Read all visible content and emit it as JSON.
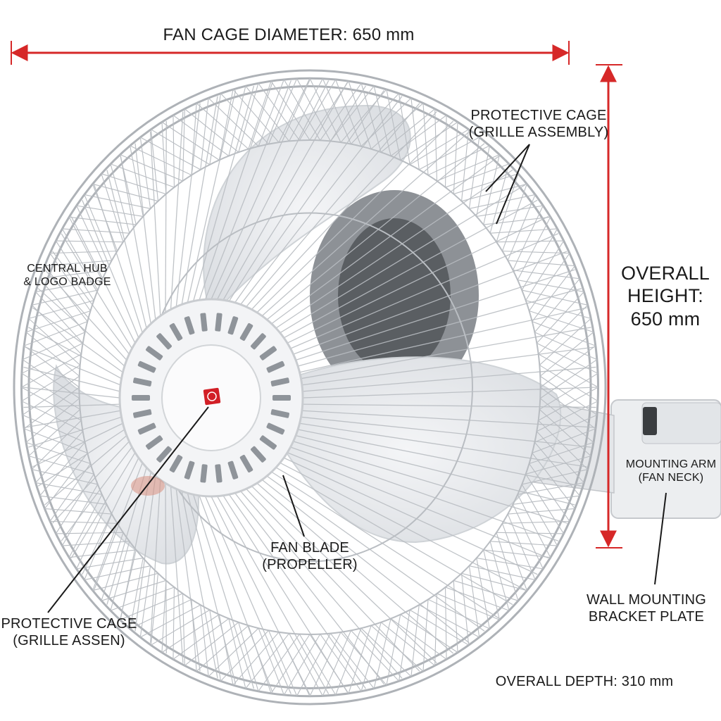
{
  "dimensions": {
    "diameter": "FAN CAGE DIAMETER: 650 mm",
    "height": [
      "OVERALL",
      "HEIGHT:",
      "650 mm"
    ],
    "depth": "OVERALL DEPTH: 310 mm"
  },
  "labels": {
    "cage_top": [
      "PROTECTIVE CAGE",
      "(GRILLE ASSEMBLY)"
    ],
    "hub": [
      "CENTRAL HUB",
      "& LOGO BADGE"
    ],
    "mounting_arm": [
      "MOUNTING ARM",
      "(FAN NECK)"
    ],
    "blade": [
      "FAN BLADE",
      "(PROPELLER)"
    ],
    "cage_bottom": [
      "PROTECTIVE CAGE",
      "(GRILLE ASSEN)"
    ],
    "bracket": [
      "WALL MOUNTING",
      "BRACKET PLATE"
    ]
  },
  "colors": {
    "dimension_arrow": "#d62828",
    "leader_line": "#1a1a1a",
    "grille_wire": "#b9bdc2",
    "blade": "#e9ebee",
    "logo_badge": "#d21f26"
  }
}
